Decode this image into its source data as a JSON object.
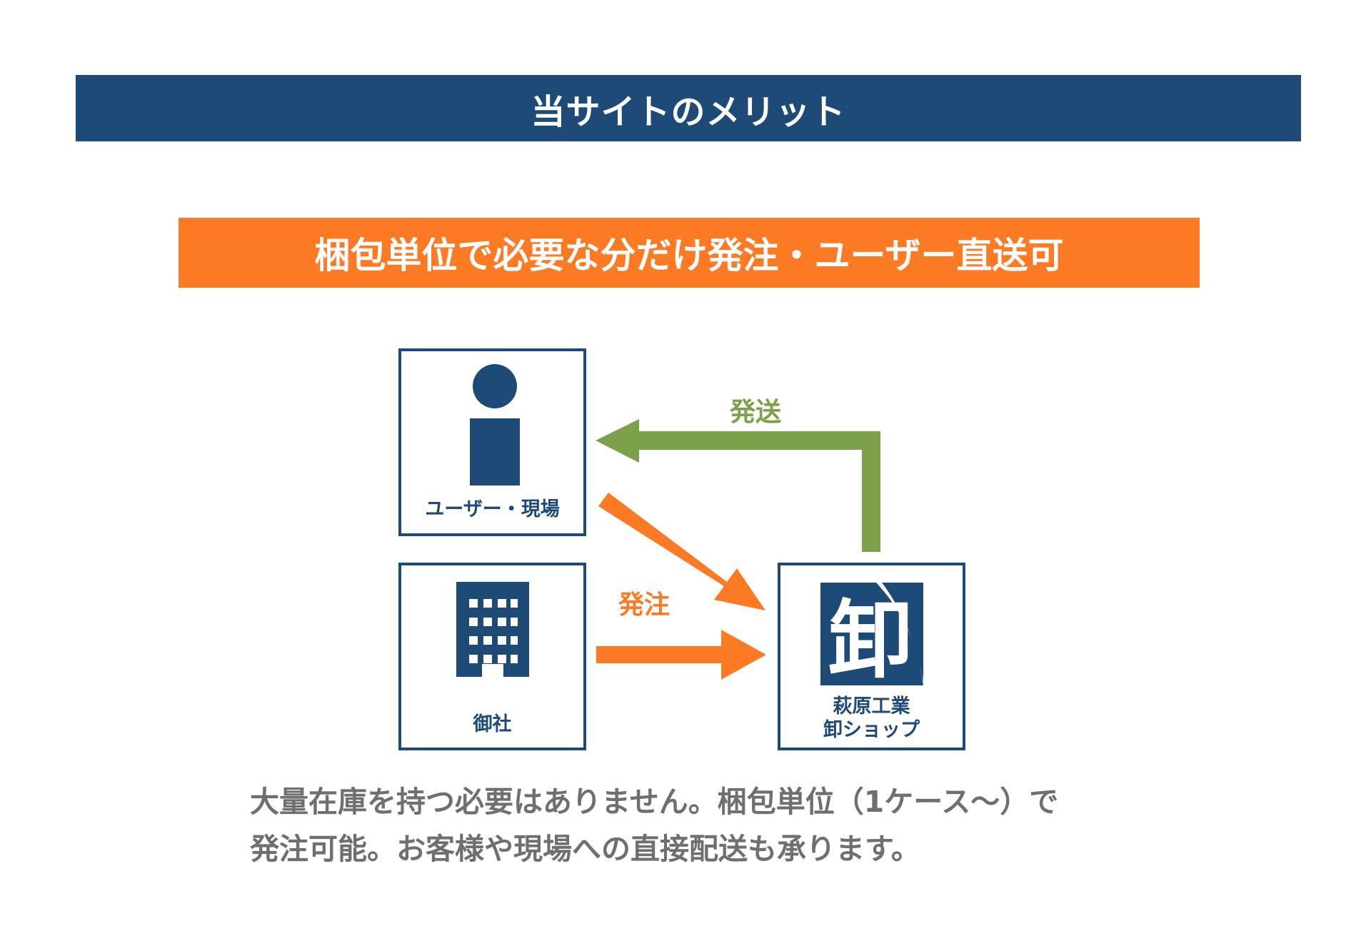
{
  "header": {
    "title": "当サイトのメリット"
  },
  "subheader": {
    "title": "梱包単位で必要な分だけ発注・ユーザー直送可"
  },
  "nodes": {
    "user": {
      "label": "ユーザー・現場",
      "icon": "person-icon"
    },
    "company": {
      "label": "御社",
      "icon": "office-building-icon"
    },
    "shop": {
      "label_line1": "萩原工業",
      "label_line2": "卸ショップ",
      "icon": "oroshi-logo-icon",
      "logo_char": "卸"
    }
  },
  "flows": {
    "ship": {
      "label": "発送",
      "color": "#7da04b"
    },
    "order": {
      "label": "発注",
      "color": "#fd7a25"
    }
  },
  "description": {
    "line1": "大量在庫を持つ必要はありません。梱包単位（1ケース〜）で",
    "line2": "発注可能。お客様や現場への直接配送も承ります。"
  },
  "colors": {
    "navy": "#1d4a77",
    "orange": "#fd7a25",
    "green": "#7da04b",
    "gray": "#6f6f6f"
  }
}
